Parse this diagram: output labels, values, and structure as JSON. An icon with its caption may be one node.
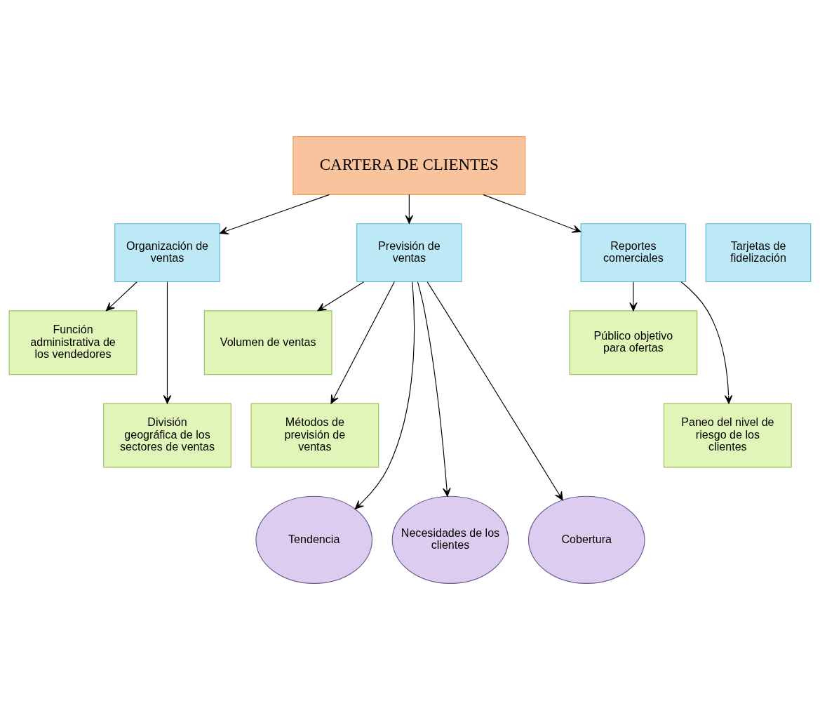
{
  "diagram": {
    "nodes": [
      {
        "text": [
          "CARTERA DE CLIENTES"
        ]
      },
      {
        "text": [
          "Organización de ventas"
        ]
      },
      {
        "text": [
          "Previsión de ventas"
        ]
      },
      {
        "text": [
          "Tarjetas de fidelización"
        ]
      },
      {
        "text": [
          "Reportes comerciales"
        ]
      },
      {
        "text": [
          "Función administrativa de los vendedores"
        ]
      },
      {
        "text": [
          "División geográfica de los sectores de ventas"
        ]
      },
      {
        "text": [
          "Volumen de ventas"
        ]
      },
      {
        "text": [
          "Métodos de previsión de ventas"
        ]
      },
      {
        "text": [
          "Público objetivo para ofertas"
        ]
      },
      {
        "text": [
          "Paneo del nivel de riesgo de los clientes"
        ]
      },
      {
        "text": [
          "Tendencia"
        ]
      },
      {
        "text": [
          "Necesidades de los clientes"
        ]
      },
      {
        "text": [
          "Cobertura"
        ]
      }
    ],
    "edges": [
      {
        "from": 0,
        "to": 1,
        "arrow": "to"
      },
      {
        "from": 0,
        "to": 2,
        "arrow": "to"
      },
      {
        "from": 0,
        "to": 4,
        "arrow": "to"
      },
      {
        "from": 1,
        "to": 5,
        "arrow": "to"
      },
      {
        "from": 1,
        "to": 6,
        "arrow": "to"
      },
      {
        "from": 2,
        "to": 7,
        "arrow": "to"
      },
      {
        "from": 2,
        "to": 8,
        "arrow": "to"
      },
      {
        "from": 2,
        "to": 11,
        "arrow": "to"
      },
      {
        "from": 2,
        "to": 12,
        "arrow": "to"
      },
      {
        "from": 2,
        "to": 13,
        "arrow": "to"
      },
      {
        "from": 4,
        "to": 9,
        "arrow": "to"
      },
      {
        "from": 4,
        "to": 10,
        "arrow": "to"
      }
    ]
  }
}
